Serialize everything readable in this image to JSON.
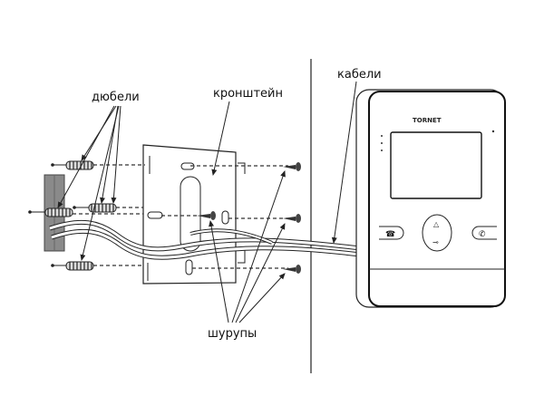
{
  "labels": {
    "dowels": "дюбели",
    "bracket": "кронштейн",
    "cables": "кабели",
    "screws": "шурупы"
  },
  "device": {
    "brand_logo": "TORNET"
  },
  "colors": {
    "line": "#222222",
    "wall": "#8a8a8a"
  }
}
